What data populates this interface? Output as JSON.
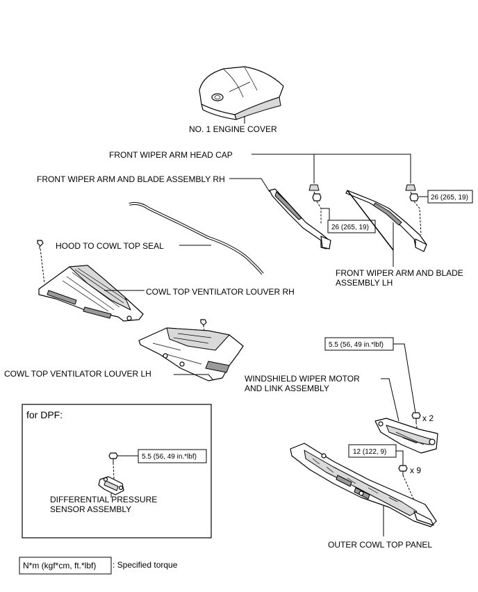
{
  "labels": {
    "engine_cover": "NO. 1 ENGINE COVER",
    "wiper_head_cap": "FRONT WIPER ARM HEAD CAP",
    "wiper_arm_rh": "FRONT WIPER ARM AND BLADE ASSEMBLY RH",
    "wiper_arm_lh_line1": "FRONT WIPER ARM AND BLADE",
    "wiper_arm_lh_line2": "ASSEMBLY LH",
    "hood_seal": "HOOD TO COWL TOP SEAL",
    "louver_rh": "COWL TOP VENTILATOR LOUVER RH",
    "louver_lh": "COWL TOP VENTILATOR LOUVER LH",
    "wiper_motor_line1": "WINDSHIELD WIPER MOTOR",
    "wiper_motor_line2": "AND LINK ASSEMBLY",
    "outer_cowl": "OUTER COWL TOP PANEL",
    "dps_line1": "DIFFERENTIAL PRESSURE",
    "dps_line2": "SENSOR ASSEMBLY"
  },
  "torques": {
    "wiper_rh": "26 (265, 19)",
    "wiper_lh": "26 (265, 19)",
    "wiper_motor": "5.5 (56, 49 in.*lbf)",
    "outer_cowl": "12 (122, 9)",
    "dps": "5.5 (56, 49 in.*lbf)"
  },
  "quantities": {
    "wiper_motor_bolts": "x 2",
    "outer_cowl_bolts": "x 9"
  },
  "inset": {
    "title": "for DPF:"
  },
  "legend": {
    "unit": "N*m (kgf*cm, ft.*lbf)",
    "description": ": Specified torque"
  }
}
